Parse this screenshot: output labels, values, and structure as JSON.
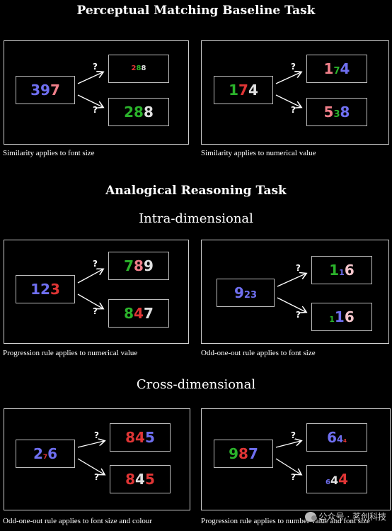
{
  "titles": {
    "baseline": "Perceptual Matching Baseline Task",
    "analogical": "Analogical Reasoning Task",
    "intra": "Intra-dimensional",
    "cross": "Cross-dimensional"
  },
  "question_mark": "?",
  "panels": [
    {
      "caption": "Similarity applies to font size",
      "source": [
        {
          "d": "3",
          "c": "#6f6ff0",
          "s": 20
        },
        {
          "d": "9",
          "c": "#6f6ff0",
          "s": 20
        },
        {
          "d": "7",
          "c": "#f07f8a",
          "s": 20
        }
      ],
      "top": [
        {
          "d": "2",
          "c": "#e03535",
          "s": 10
        },
        {
          "d": "8",
          "c": "#2bb32b",
          "s": 10
        },
        {
          "d": "8",
          "c": "#e0e0e0",
          "s": 10
        }
      ],
      "bottom": [
        {
          "d": "2",
          "c": "#2bb32b",
          "s": 20
        },
        {
          "d": "8",
          "c": "#2bb32b",
          "s": 20
        },
        {
          "d": "8",
          "c": "#e0e0e0",
          "s": 20
        }
      ]
    },
    {
      "caption": "Similarity applies to numerical value",
      "source": [
        {
          "d": "1",
          "c": "#2bb32b",
          "s": 20
        },
        {
          "d": "7",
          "c": "#e03535",
          "s": 20
        },
        {
          "d": "4",
          "c": "#e0e0e0",
          "s": 20
        }
      ],
      "top": [
        {
          "d": "1",
          "c": "#f07f8a",
          "s": 20
        },
        {
          "d": "7",
          "c": "#2bb32b",
          "s": 13
        },
        {
          "d": "4",
          "c": "#6f6ff0",
          "s": 20
        }
      ],
      "bottom": [
        {
          "d": "5",
          "c": "#f07f8a",
          "s": 20
        },
        {
          "d": "3",
          "c": "#2bb32b",
          "s": 13
        },
        {
          "d": "8",
          "c": "#6f6ff0",
          "s": 20
        }
      ]
    },
    {
      "caption": "Progression rule applies to numerical value",
      "source": [
        {
          "d": "1",
          "c": "#6f6ff0",
          "s": 20
        },
        {
          "d": "2",
          "c": "#6f6ff0",
          "s": 20
        },
        {
          "d": "3",
          "c": "#e03535",
          "s": 20
        }
      ],
      "top": [
        {
          "d": "7",
          "c": "#2bb32b",
          "s": 20
        },
        {
          "d": "8",
          "c": "#f07f8a",
          "s": 20
        },
        {
          "d": "9",
          "c": "#e0e0e0",
          "s": 20
        }
      ],
      "bottom": [
        {
          "d": "8",
          "c": "#2bb32b",
          "s": 20
        },
        {
          "d": "4",
          "c": "#e03535",
          "s": 20
        },
        {
          "d": "7",
          "c": "#e0e0e0",
          "s": 20
        }
      ]
    },
    {
      "caption": "Odd-one-out rule applies to font size",
      "source": [
        {
          "d": "9",
          "c": "#6f6ff0",
          "s": 20
        },
        {
          "d": "2",
          "c": "#6f6ff0",
          "s": 13
        },
        {
          "d": "3",
          "c": "#6f6ff0",
          "s": 13
        }
      ],
      "top": [
        {
          "d": "1",
          "c": "#2bb32b",
          "s": 20
        },
        {
          "d": "1",
          "c": "#6f6ff0",
          "s": 11
        },
        {
          "d": "6",
          "c": "#f5c6cc",
          "s": 20
        }
      ],
      "bottom": [
        {
          "d": "1",
          "c": "#2bb32b",
          "s": 11
        },
        {
          "d": "1",
          "c": "#6f6ff0",
          "s": 20
        },
        {
          "d": "6",
          "c": "#f5c6cc",
          "s": 20
        }
      ]
    },
    {
      "caption": "Odd-one-out rule applies to font size and colour",
      "source": [
        {
          "d": "2",
          "c": "#6f6ff0",
          "s": 20
        },
        {
          "d": "7",
          "c": "#e03535",
          "s": 9
        },
        {
          "d": "6",
          "c": "#6f6ff0",
          "s": 20
        }
      ],
      "top": [
        {
          "d": "8",
          "c": "#e03535",
          "s": 20
        },
        {
          "d": "4",
          "c": "#e03535",
          "s": 20
        },
        {
          "d": "5",
          "c": "#6f6ff0",
          "s": 20
        }
      ],
      "bottom": [
        {
          "d": "8",
          "c": "#e03535",
          "s": 20
        },
        {
          "d": "4",
          "c": "#e0e0e0",
          "s": 20
        },
        {
          "d": "5",
          "c": "#e03535",
          "s": 20
        }
      ]
    },
    {
      "caption": "Progression rule applies to number value and font size",
      "source": [
        {
          "d": "9",
          "c": "#2bb32b",
          "s": 20
        },
        {
          "d": "8",
          "c": "#e03535",
          "s": 20
        },
        {
          "d": "7",
          "c": "#6f6ff0",
          "s": 20
        }
      ],
      "top": [
        {
          "d": "6",
          "c": "#6f6ff0",
          "s": 20
        },
        {
          "d": "4",
          "c": "#6f6ff0",
          "s": 13
        },
        {
          "d": "4",
          "c": "#e03535",
          "s": 7
        }
      ],
      "bottom": [
        {
          "d": "6",
          "c": "#6f6ff0",
          "s": 10
        },
        {
          "d": "4",
          "c": "#e0e0e0",
          "s": 16
        },
        {
          "d": "4",
          "c": "#e03535",
          "s": 20
        }
      ]
    }
  ],
  "watermark": "公众号 · 茗创科技"
}
